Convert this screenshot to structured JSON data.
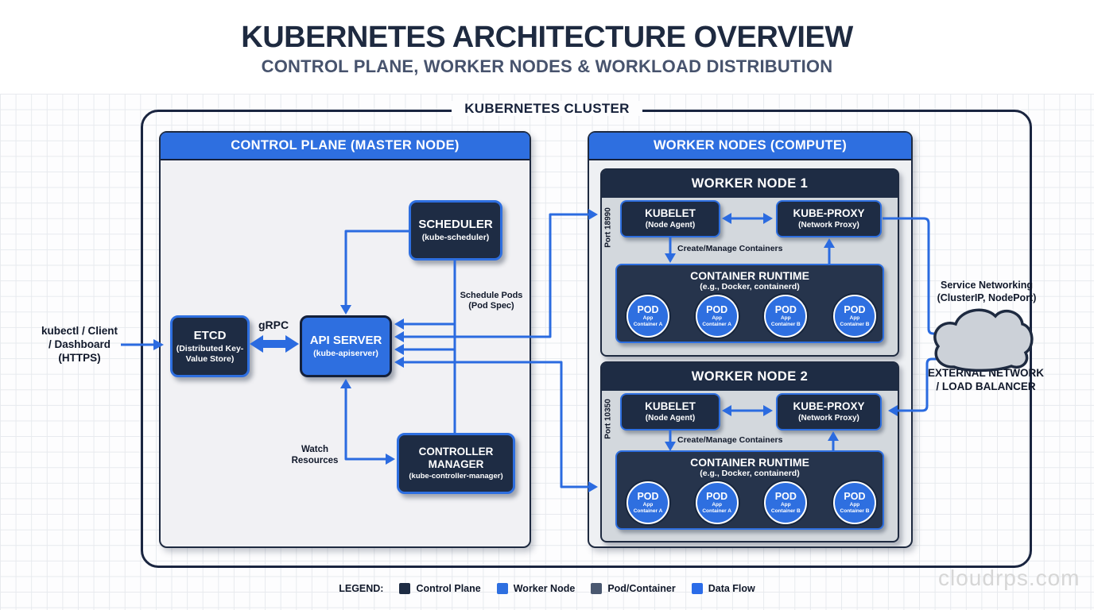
{
  "header": {
    "title": "KUBERNETES ARCHITECTURE OVERVIEW",
    "subtitle": "CONTROL PLANE, WORKER NODES & WORKLOAD DISTRIBUTION"
  },
  "cluster_label": "KUBERNETES CLUSTER",
  "client": {
    "line1": "kubectl / Client",
    "line2": "/ Dashboard",
    "line3": "(HTTPS)"
  },
  "control_plane": {
    "title": "CONTROL PLANE (MASTER NODE)",
    "scheduler": {
      "name": "SCHEDULER",
      "sub": "(kube-scheduler)"
    },
    "etcd": {
      "name": "ETCD",
      "sub": "(Distributed Key-Value Store)"
    },
    "api_server": {
      "name": "API SERVER",
      "sub": "(kube-apiserver)"
    },
    "controller_manager": {
      "name": "CONTROLLER MANAGER",
      "sub": "(kube-controller-manager)"
    },
    "grpc_label": "gRPC",
    "schedule_pods_line1": "Schedule Pods",
    "schedule_pods_line2": "(Pod Spec)",
    "watch_line1": "Watch",
    "watch_line2": "Resources"
  },
  "workers": {
    "title": "WORKER NODES (COMPUTE)",
    "nodes": [
      {
        "title": "WORKER NODE 1",
        "port": "Port 18990",
        "kubelet_name": "KUBELET",
        "kubelet_sub": "(Node Agent)",
        "proxy_name": "KUBE-PROXY",
        "proxy_sub": "(Network Proxy)",
        "create_label": "Create/Manage Containers",
        "runtime_name": "CONTAINER RUNTIME",
        "runtime_sub": "(e.g., Docker, containerd)",
        "pods": [
          {
            "title": "POD",
            "sub": "App Container A"
          },
          {
            "title": "POD",
            "sub": "App Container A"
          },
          {
            "title": "POD",
            "sub": "App Container B"
          },
          {
            "title": "POD",
            "sub": "App Container B"
          }
        ]
      },
      {
        "title": "WORKER NODE 2",
        "port": "Port 10350",
        "kubelet_name": "KUBELET",
        "kubelet_sub": "(Node Agent)",
        "proxy_name": "KUBE-PROXY",
        "proxy_sub": "(Network Proxy)",
        "create_label": "Create/Manage Containers",
        "runtime_name": "CONTAINER RUNTIME",
        "runtime_sub": "(e.g., Docker, containerd)",
        "pods": [
          {
            "title": "POD",
            "sub": "App Container A"
          },
          {
            "title": "POD",
            "sub": "App Container A"
          },
          {
            "title": "POD",
            "sub": "App Container B"
          },
          {
            "title": "POD",
            "sub": "App Container B"
          }
        ]
      }
    ]
  },
  "network": {
    "service_line1": "Service Networking",
    "service_line2": "(ClusterIP, NodePort)",
    "external_line1": "EXTERNAL NETWORK",
    "external_line2": "/ LOAD BALANCER"
  },
  "legend": {
    "title": "LEGEND:",
    "items": [
      {
        "label": "Control Plane",
        "color": "#1e2c44"
      },
      {
        "label": "Worker Node",
        "color": "#2e6fe0"
      },
      {
        "label": "Pod/Container",
        "color": "#4a5870"
      },
      {
        "label": "Data Flow",
        "color": "#2b6ce8"
      }
    ]
  },
  "watermark": "cloudrps.com",
  "colors": {
    "accent_blue": "#2b6be0",
    "dark_navy": "#1e2c44",
    "header_blue": "#2e6fe0",
    "panel_grey": "#f1f1f4",
    "card_grey": "#d3d8dd",
    "cloud_grey": "#ccd1d8"
  }
}
